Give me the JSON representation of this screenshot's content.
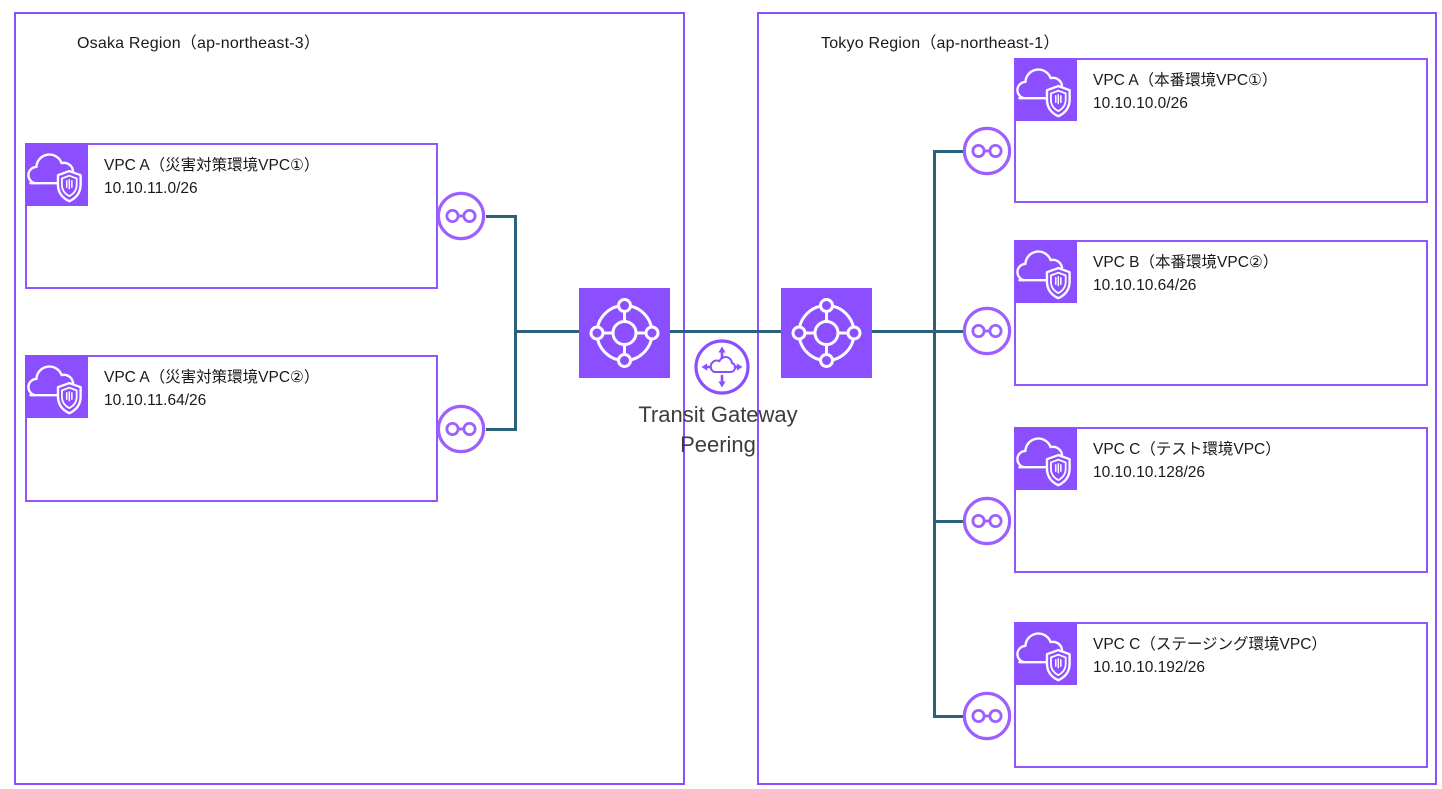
{
  "diagram": {
    "type": "aws-architecture",
    "peering": {
      "line1": "Transit Gateway",
      "line2": "Peering"
    }
  },
  "regions": [
    {
      "title": "Osaka Region（ap-northeast-3）",
      "vpcs": [
        {
          "name": "VPC A（災害対策環境VPC①）",
          "cidr": "10.10.11.0/26"
        },
        {
          "name": "VPC A（災害対策環境VPC②）",
          "cidr": "10.10.11.64/26"
        }
      ]
    },
    {
      "title": "Tokyo Region（ap-northeast-1）",
      "vpcs": [
        {
          "name": "VPC A（本番環境VPC①）",
          "cidr": "10.10.10.0/26"
        },
        {
          "name": "VPC B（本番環境VPC②）",
          "cidr": "10.10.10.64/26"
        },
        {
          "name": "VPC C（テスト環境VPC）",
          "cidr": "10.10.10.128/26"
        },
        {
          "name": "VPC C（ステージング環境VPC）",
          "cidr": "10.10.10.192/26"
        }
      ]
    }
  ],
  "icons": {
    "vpc": "vpc-icon (cloud with shield)",
    "transit_gateway": "transit-gateway-icon",
    "attachment": "transit-gateway-attachment-icon",
    "peering": "transit-gateway-peering-icon"
  },
  "colors": {
    "aws_purple": "#8C4FFF",
    "vpc_border": "#9055FB",
    "attachment_purple": "#9D5FFF",
    "connector_line": "#2B617A",
    "text": "#1a1a1a",
    "peering_label_text": "#3d3d3d"
  }
}
